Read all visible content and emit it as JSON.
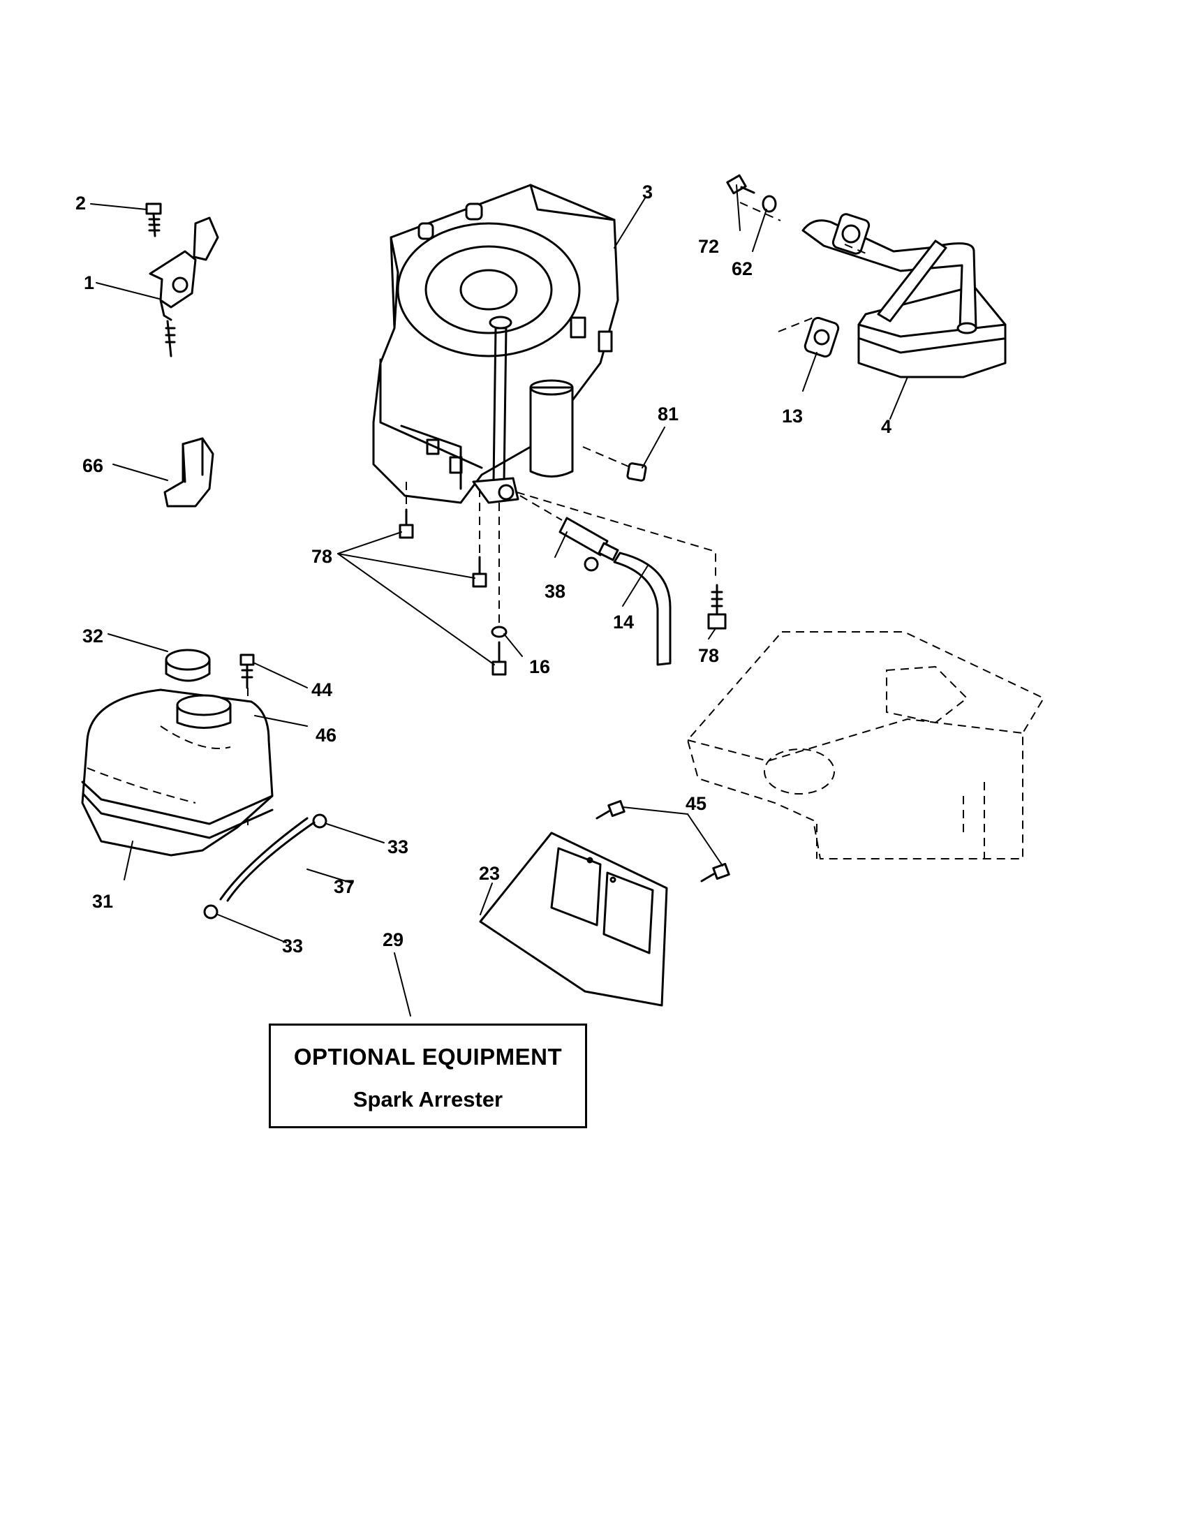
{
  "callouts": [
    "1",
    "2",
    "3",
    "4",
    "13",
    "14",
    "16",
    "23",
    "29",
    "31",
    "32",
    "33",
    "33",
    "37",
    "38",
    "44",
    "45",
    "46",
    "62",
    "66",
    "72",
    "78",
    "78",
    "81"
  ],
  "optional_box": {
    "title": "OPTIONAL EQUIPMENT",
    "subtitle": "Spark Arrester"
  }
}
